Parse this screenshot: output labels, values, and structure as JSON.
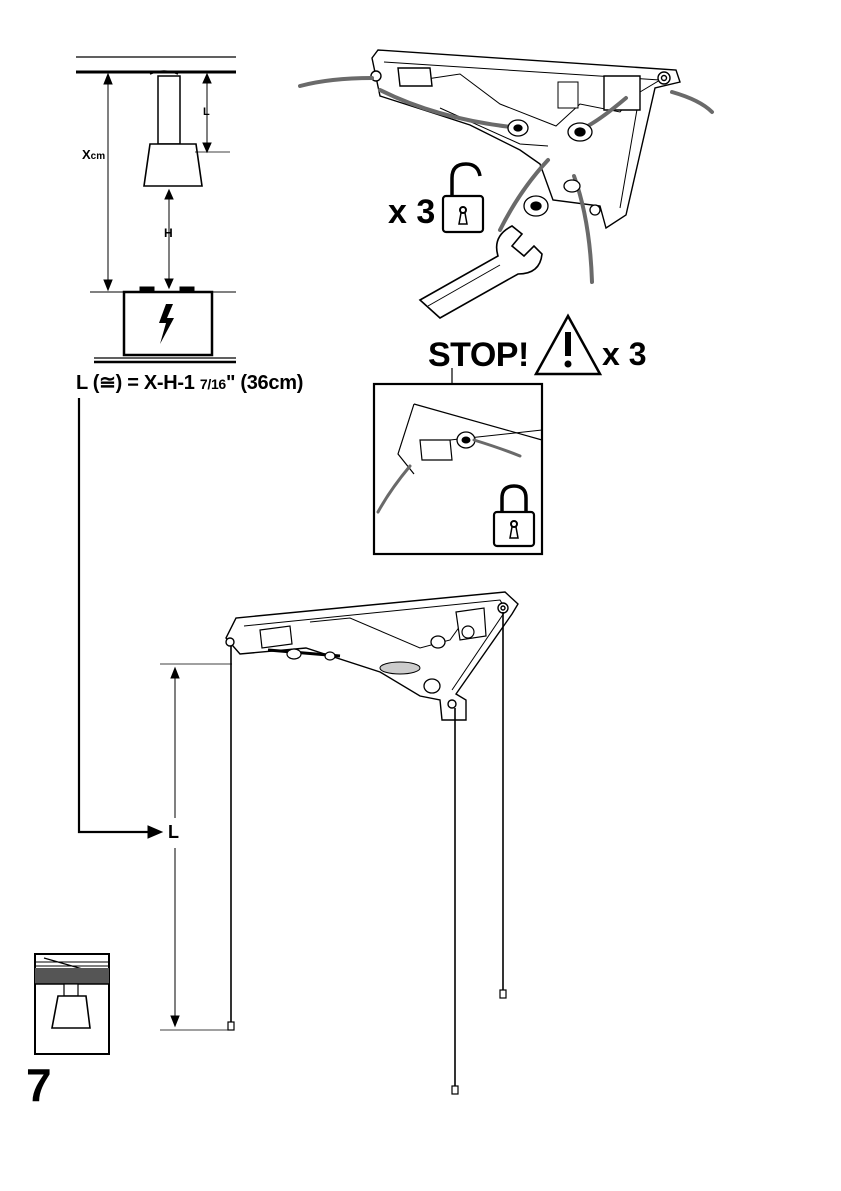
{
  "diagram": {
    "formula": {
      "prefix": "L (≅) = X-H-1 ",
      "fraction": "7/16",
      "suffix": "\" (36cm)"
    },
    "height_diagram": {
      "x_label_main": "X",
      "x_label_unit": "cm",
      "l_label": "L",
      "h_label": "H"
    },
    "lock_detail": {
      "multiplier": "x 3"
    },
    "stop_warning": {
      "text": "STOP!",
      "multiplier": "x 3"
    },
    "cable_length_label": "L",
    "step_number": "7",
    "icons": [
      "lock-open-icon",
      "lock-closed-icon",
      "wrench-icon",
      "warning-triangle-icon",
      "electric-hazard-icon"
    ]
  }
}
